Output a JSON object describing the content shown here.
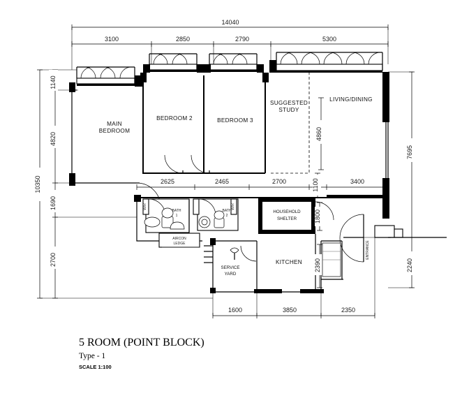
{
  "document": {
    "type": "floor-plan",
    "title": "5 ROOM (POINT BLOCK)",
    "subtitle": "Type - 1",
    "scale": "SCALE  1:100"
  },
  "dimensions": {
    "top_overall": "14040",
    "top_chain": [
      "3100",
      "2850",
      "2790",
      "5300"
    ],
    "left_overall": "10350",
    "left_chain": [
      "1140",
      "4820",
      "1690",
      "2700"
    ],
    "right_chain": [
      "7695",
      "2240"
    ],
    "middle_chain": [
      "2625",
      "2465",
      "2700",
      "3400"
    ],
    "middle_vertical": "1100",
    "bottom_chain": [
      "1600",
      "3850",
      "2350"
    ],
    "interior_vertical": [
      "4860",
      "1800",
      "2390"
    ]
  },
  "rooms": [
    {
      "id": "main-bedroom",
      "label_line1": "MAIN",
      "label_line2": "BEDROOM"
    },
    {
      "id": "bedroom-2",
      "label_line1": "BEDROOM 2",
      "label_line2": ""
    },
    {
      "id": "bedroom-3",
      "label_line1": "BEDROOM 3",
      "label_line2": ""
    },
    {
      "id": "suggested-study",
      "label_line1": "SUGGESTED",
      "label_line2": "STUDY"
    },
    {
      "id": "living-dining",
      "label_line1": "LIVING/DINING",
      "label_line2": ""
    },
    {
      "id": "household-shelter",
      "label_line1": "HOUSEHOLD",
      "label_line2": "SHELTER"
    },
    {
      "id": "kitchen",
      "label_line1": "KITCHEN",
      "label_line2": ""
    },
    {
      "id": "service-yard",
      "label_line1": "SERVICE",
      "label_line2": "YARD"
    },
    {
      "id": "bath-1",
      "label_line1": "BATH",
      "label_line2": "1"
    },
    {
      "id": "bath-2",
      "label_line1": "BATH",
      "label_line2": "2"
    },
    {
      "id": "aircon-ledge",
      "label_line1": "AIRCON",
      "label_line2": "LEDGE"
    },
    {
      "id": "wardrobe-1",
      "label_line1": "W/R",
      "label_line2": ""
    },
    {
      "id": "wardrobe-2",
      "label_line1": "W/R",
      "label_line2": ""
    },
    {
      "id": "entrance",
      "label_line1": "ENTRANCE",
      "label_line2": ""
    }
  ],
  "colors": {
    "ink": "#000000",
    "paper": "#ffffff",
    "dim_text": "#1a1a1a"
  }
}
